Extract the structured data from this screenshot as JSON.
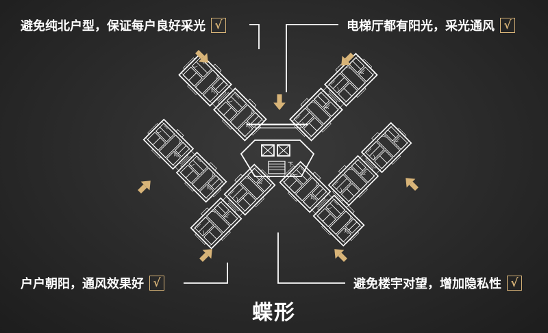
{
  "callouts": {
    "top_left": "避免纯北户型，保证每户良好采光",
    "top_right": "电梯厅都有阳光，采光通风",
    "bottom_left": "户户朝阳，通风效果好",
    "bottom_right": "避免楼宇对望，增加隐私性"
  },
  "check_glyph": "√",
  "floor_marks": {
    "up": "下",
    "down": "上"
  },
  "title": "蝶形",
  "colors": {
    "background": "#2a2a2a",
    "plan_lines": "#ffffff",
    "accent": "#d8b478"
  },
  "icons": [
    "check-icon",
    "arrow-icon"
  ]
}
